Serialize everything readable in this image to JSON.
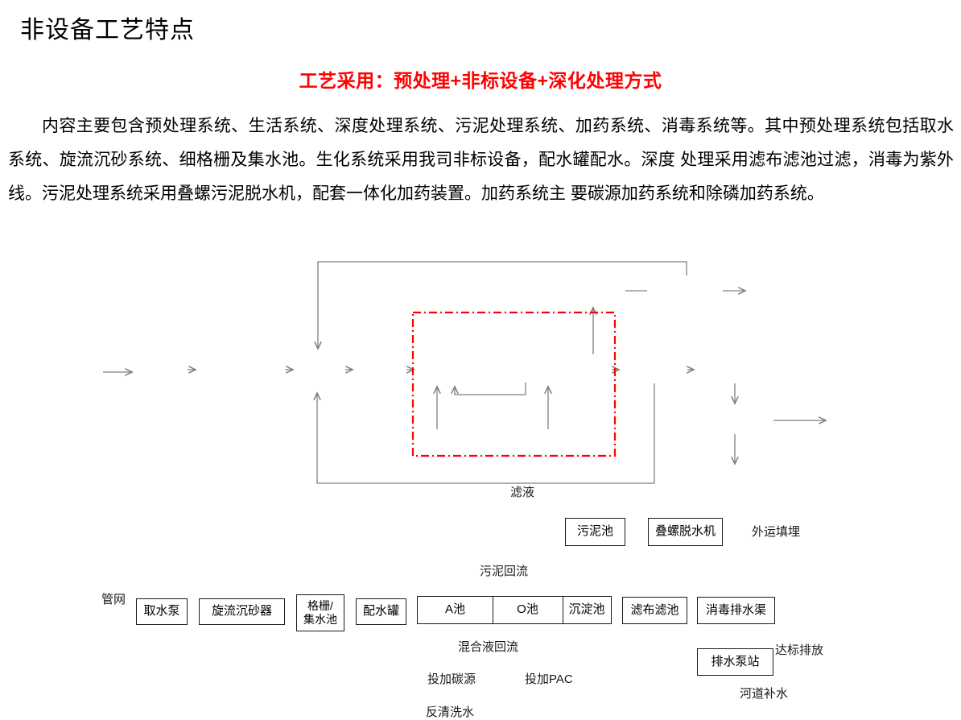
{
  "title": "非设备工艺特点",
  "subtitle": "工艺采用：预处理+非标设备+深化处理方式",
  "paragraph": "内容主要包含预处理系统、生活系统、深度处理系统、污泥处理系统、加药系统、消毒系统等。其中预处理系统包括取水系统、旋流沉砂系统、细格栅及集水池。生化系统采用我司非标设备，配水罐配水。深度 处理采用滤布滤池过滤，消毒为紫外线。污泥处理系统采用叠螺污泥脱水机，配套一体化加药装置。加药系统主 要碳源加药系统和除磷加药系统。",
  "colors": {
    "subtitle_red": "#ff0000",
    "boundary_red": "#ff0000",
    "connector_gray": "#7f7f7f",
    "box_border": "#1a1a1a"
  },
  "diagram": {
    "nodes": {
      "intake_pump": "取水泵",
      "cyclone_desander": "旋流沉砂器",
      "grille_line1": "格栅/",
      "grille_line2": "集水池",
      "distribution_tank": "配水罐",
      "pool_a": "A池",
      "pool_o": "O池",
      "sedimentation": "沉淀池",
      "cloth_filter": "滤布滤池",
      "disinfection_channel": "消毒排水渠",
      "drainage_pump_station": "排水泵站",
      "sludge_pool": "污泥池",
      "screw_dewaterer": "叠螺脱水机"
    },
    "labels": {
      "pipe_network": "管网",
      "filtrate": "滤液",
      "sludge_return": "污泥回流",
      "mixed_liquor_return": "混合液回流",
      "dose_carbon": "投加碳源",
      "dose_pac": "投加PAC",
      "backwash": "反清洗水",
      "landfill": "外运填埋",
      "discharge": "达标排放",
      "river_replenish": "河道补水"
    }
  }
}
